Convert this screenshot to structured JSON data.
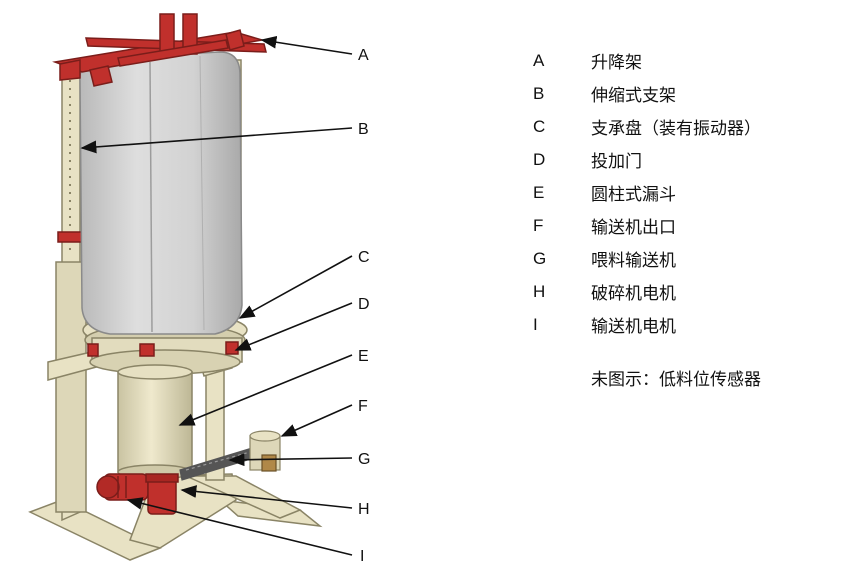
{
  "diagram": {
    "callouts": [
      {
        "letter": "A",
        "name": "升降架"
      },
      {
        "letter": "B",
        "name": "伸缩式支架"
      },
      {
        "letter": "C",
        "name": "支承盘（装有振动器）"
      },
      {
        "letter": "D",
        "name": "投加门"
      },
      {
        "letter": "E",
        "name": "圆柱式漏斗"
      },
      {
        "letter": "F",
        "name": "输送机出口"
      },
      {
        "letter": "G",
        "name": "喂料输送机"
      },
      {
        "letter": "H",
        "name": "破碎机电机"
      },
      {
        "letter": "I",
        "name": "输送机电机"
      }
    ],
    "note": "未图示：低料位传感器",
    "colors": {
      "frame": "#e8e2c4",
      "frame_edge": "#8a8466",
      "lifting_frame": "#c0302c",
      "bag": "#cfcfcf",
      "bag_edge": "#8a8a8a",
      "motor": "#c0302c",
      "hopper": "#dcd6b6"
    }
  }
}
